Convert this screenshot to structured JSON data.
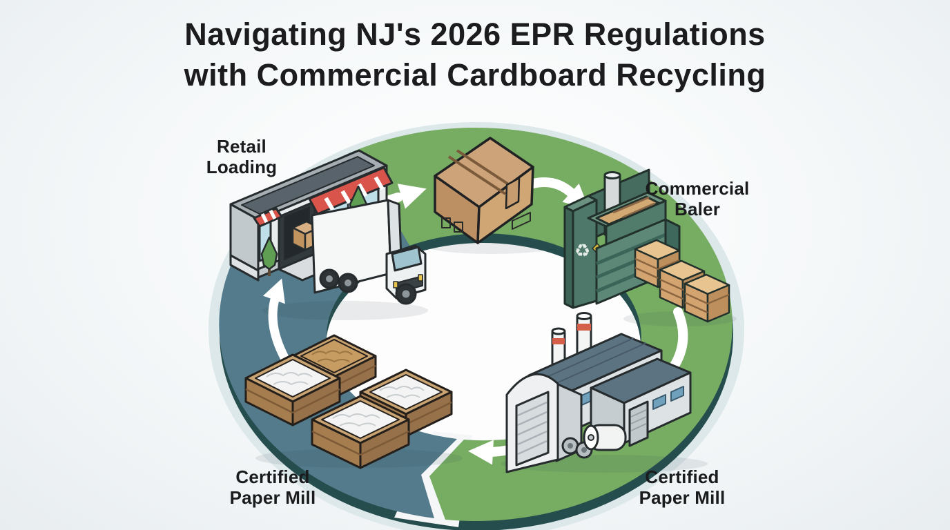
{
  "title": {
    "line1": "Navigating NJ's 2026 EPR Regulations",
    "line2": "with Commercial Cardboard Recycling"
  },
  "cycle": {
    "type": "circular-process-flow",
    "direction": "clockwise",
    "nodes": [
      {
        "id": "retail-loading",
        "label_line1": "Retail",
        "label_line2": "Loading",
        "icon": "retail-storefront-with-delivery-truck",
        "position": "top-left",
        "ring_segment": "slate"
      },
      {
        "id": "cardboard-box",
        "icon": "cardboard-shipping-box",
        "position": "top-center",
        "ring_segment": "green"
      },
      {
        "id": "commercial-baler",
        "label_line1": "Commercial",
        "label_line2": "Baler",
        "icon": "baler-machine-with-cardboard-bales",
        "position": "right",
        "ring_segment": "green"
      },
      {
        "id": "certified-paper-mill-factory",
        "label_line1": "Certified",
        "label_line2": "Paper Mill",
        "icon": "paper-mill-factory",
        "position": "bottom-right",
        "ring_segment": "green"
      },
      {
        "id": "certified-paper-mill-pulp",
        "label_line1": "Certified",
        "label_line2": "Paper Mill",
        "icon": "pulp-crates",
        "position": "bottom-left",
        "ring_segment": "slate"
      }
    ],
    "arrows": [
      {
        "from": "retail-loading",
        "to": "cardboard-box"
      },
      {
        "from": "cardboard-box",
        "to": "commercial-baler"
      },
      {
        "from": "commercial-baler",
        "to": "certified-paper-mill-factory"
      },
      {
        "from": "certified-paper-mill-factory",
        "to": "certified-paper-mill-pulp"
      },
      {
        "from": "certified-paper-mill-pulp",
        "to": "retail-loading"
      }
    ],
    "colors": {
      "ring_green": "#77ad62",
      "ring_slate": "#537b8c",
      "ring_edge_dark": "#254d4d",
      "ring_halo": "#dde8ea",
      "center": "#fdfdfd",
      "arrow": "#ffffff",
      "background": "#eef2f4",
      "title_text": "#1c1c1e",
      "label_text": "#1a1b1d",
      "cardboard": "#cda379",
      "awning_red": "#d9544b",
      "baler_teal": "#5d8877",
      "factory_roof": "#5c7482",
      "chimney_band": "#d4604c"
    }
  }
}
